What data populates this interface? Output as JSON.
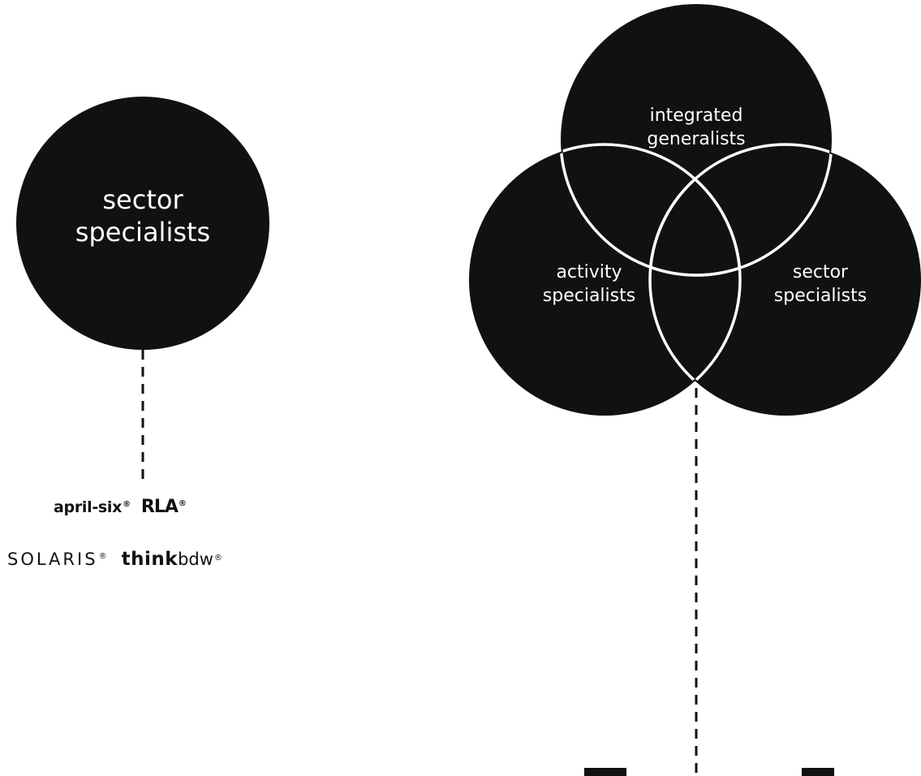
{
  "left_circle": {
    "label_line1": "sector",
    "label_line2": "specialists"
  },
  "venn": {
    "top": {
      "line1": "integrated",
      "line2": "generalists"
    },
    "left": {
      "line1": "activity",
      "line2": "specialists"
    },
    "right": {
      "line1": "sector",
      "line2": "specialists"
    }
  },
  "logos": {
    "row1": [
      {
        "name": "april-six",
        "mark": "®"
      },
      {
        "name": "RLA",
        "mark": "®"
      }
    ],
    "row2": [
      {
        "name": "SOLARIS",
        "mark": "®"
      },
      {
        "name_bold": "think",
        "name_light": "bdw",
        "mark": "®"
      }
    ]
  },
  "colors": {
    "circle_fill": "#111111",
    "venn_outline": "#ffffff",
    "connector": "#111111"
  }
}
